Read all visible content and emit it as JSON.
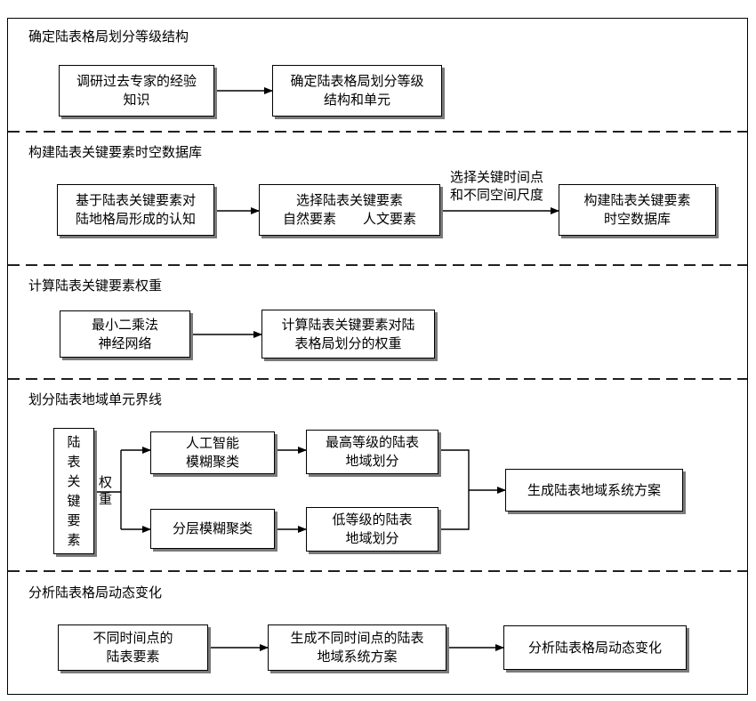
{
  "sections": [
    {
      "title": "确定陆表格局划分等级结构",
      "boxes": [
        {
          "lines": [
            "调研过去专家的经验",
            "知识"
          ]
        },
        {
          "lines": [
            "确定陆表格局划分等级",
            "结构和单元"
          ]
        }
      ]
    },
    {
      "title": "构建陆表关键要素时空数据库",
      "boxes": [
        {
          "lines": [
            "基于陆表关键要素对",
            "陆地格局形成的认知"
          ]
        },
        {
          "lines": [
            "选择陆表关键要素"
          ],
          "row2": [
            "自然要素",
            "人文要素"
          ]
        },
        {
          "lines": [
            "构建陆表关键要素",
            "时空数据库"
          ]
        }
      ],
      "arrow_label": [
        "选择关键时间点",
        "和不同空间尺度"
      ]
    },
    {
      "title": "计算陆表关键要素权重",
      "boxes": [
        {
          "lines": [
            "最小二乘法",
            "神经网络"
          ]
        },
        {
          "lines": [
            "计算陆表关键要素对陆",
            "表格局划分的权重"
          ]
        }
      ]
    },
    {
      "title": "划分陆表地域单元界线",
      "vertical_box": [
        "陆",
        "表",
        "关",
        "键",
        "要",
        "素"
      ],
      "weight_label": [
        "权",
        "重"
      ],
      "boxes": [
        {
          "lines": [
            "人工智能",
            "模糊聚类"
          ]
        },
        {
          "lines": [
            "最高等级的陆表",
            "地域划分"
          ]
        },
        {
          "lines": [
            "分层模糊聚类"
          ]
        },
        {
          "lines": [
            "低等级的陆表",
            "地域划分"
          ]
        },
        {
          "lines": [
            "生成陆表地域系统方案"
          ]
        }
      ]
    },
    {
      "title": "分析陆表格局动态变化",
      "boxes": [
        {
          "lines": [
            "不同时间点的",
            "陆表要素"
          ]
        },
        {
          "lines": [
            "生成不同时间点的陆表",
            "地域系统方案"
          ]
        },
        {
          "lines": [
            "分析陆表格局动态变化"
          ]
        }
      ]
    }
  ]
}
